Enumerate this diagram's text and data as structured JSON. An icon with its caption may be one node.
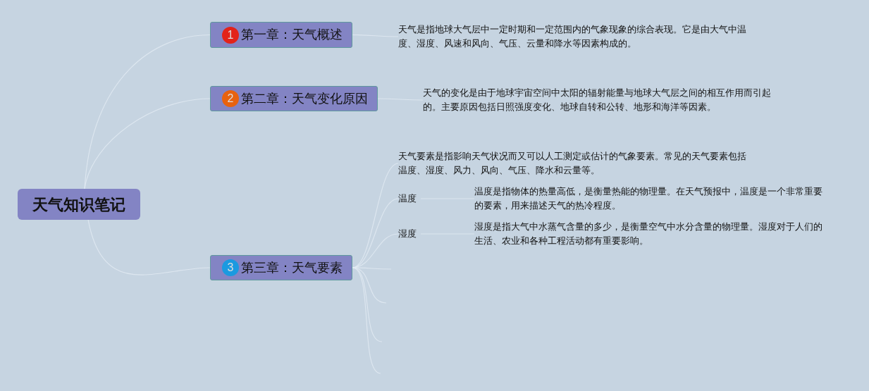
{
  "diagram": {
    "nodes": [
      {
        "text": [
          "天气知识笔记"
        ]
      },
      {
        "text": [
          "1",
          "第一章：天气概述"
        ]
      },
      {
        "text": [
          "天气是指地球大气层中一定时期和一定范围内的气象现象的综合表现。它是由大气中温度、湿度、风速和风向、气压、云量和降水等因素构成的。"
        ]
      },
      {
        "text": [
          "2",
          "第二章：天气变化原因"
        ]
      },
      {
        "text": [
          "天气的变化是由于地球宇宙空间中太阳的辐射能量与地球大气层之间的相互作用而引起的。主要原因包括日照强度变化、地球自转和公转、地形和海洋等因素。"
        ]
      },
      {
        "text": [
          "3",
          "第三章：天气要素"
        ]
      },
      {
        "text": [
          "天气要素是指影响天气状况而又可以人工测定或估计的气象要素。常见的天气要素包括温度、湿度、风力、风向、气压、降水和云量等。"
        ]
      },
      {
        "text": [
          "温度"
        ]
      },
      {
        "text": [
          "温度是指物体的热量高低，是衡量热能的物理量。在天气预报中，温度是一个非常重要的要素，用来描述天气的热冷程度。"
        ]
      },
      {
        "text": [
          "湿度"
        ]
      },
      {
        "text": [
          "湿度是指大气中水蒸气含量的多少，是衡量空气中水分含量的物理量。湿度对于人们的生活、农业和各种工程活动都有重要影响。"
        ]
      }
    ],
    "edges": [
      {
        "from": 0,
        "to": 1,
        "arrow": "none"
      },
      {
        "from": 0,
        "to": 3,
        "arrow": "none"
      },
      {
        "from": 0,
        "to": 5,
        "arrow": "none"
      },
      {
        "from": 1,
        "to": 2,
        "arrow": "none"
      },
      {
        "from": 3,
        "to": 4,
        "arrow": "none"
      },
      {
        "from": 5,
        "to": 6,
        "arrow": "none"
      },
      {
        "from": 5,
        "to": 7,
        "arrow": "none"
      },
      {
        "from": 7,
        "to": 8,
        "arrow": "none"
      },
      {
        "from": 5,
        "to": 9,
        "arrow": "none"
      },
      {
        "from": 9,
        "to": 10,
        "arrow": "none"
      },
      {
        "from": 5,
        "to": null,
        "arrow": "none"
      },
      {
        "from": 5,
        "to": null,
        "arrow": "none"
      },
      {
        "from": 5,
        "to": null,
        "arrow": "none"
      },
      {
        "from": 5,
        "to": null,
        "arrow": "none"
      }
    ]
  }
}
